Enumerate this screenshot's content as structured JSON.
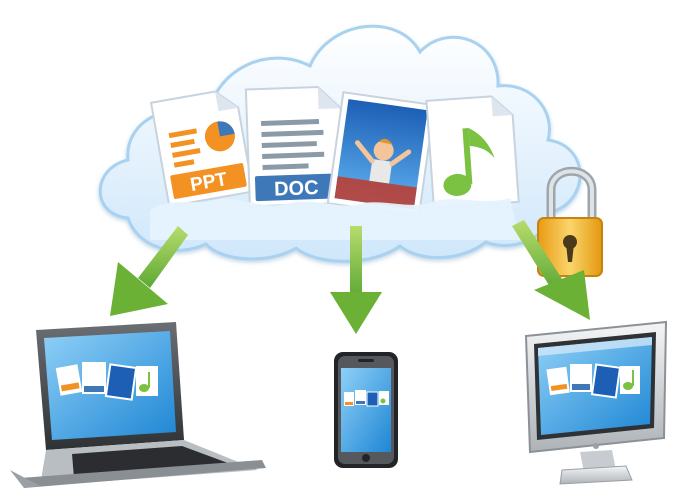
{
  "files": {
    "ppt_label": "PPT",
    "doc_label": "DOC"
  },
  "icons": {
    "cloud": "cloud-icon",
    "lock": "padlock-icon",
    "music": "music-note-icon",
    "photo": "photo-icon",
    "chart": "pie-chart-icon"
  },
  "colors": {
    "cloud_fill": "#dcefff",
    "arrow_green": "#7bc142",
    "ppt_orange": "#f39223",
    "doc_blue": "#3e78b8",
    "screen_blue": "#3aa3e6",
    "lock_gold": "#f2b930"
  },
  "devices": [
    "laptop",
    "smartphone",
    "desktop-monitor"
  ]
}
